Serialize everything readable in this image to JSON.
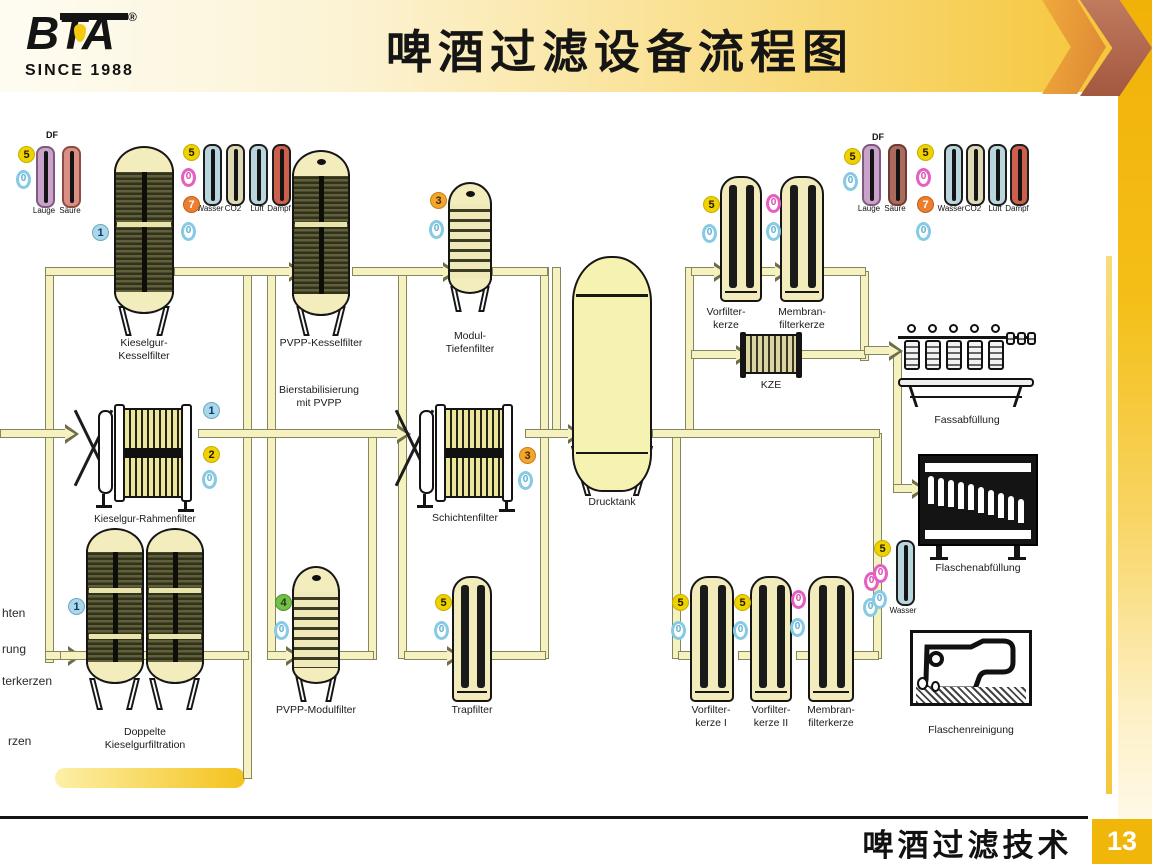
{
  "header": {
    "logo_text": "BTA",
    "logo_registered": "®",
    "logo_tagline": "SINCE 1988",
    "title": "啤酒过滤设备流程图"
  },
  "footer": {
    "label": "啤酒过滤技术",
    "page_number": "13"
  },
  "colors": {
    "accent_yellow": "#f2b705",
    "header_gold": "#f5c433",
    "chevron_brown": "#b06047",
    "pipe_cream": "#f6f2c0",
    "vessel_cream": "#f3edbe",
    "vessel_olive": "#4f4f2d",
    "badge_yellow": "#eed202",
    "badge_orange": "#ee7e2f",
    "badge_green": "#74bf4a",
    "badge_blue": "#a9d8e8",
    "badge_magenta": "#e45fc1",
    "badge_cyan": "#86cae3"
  },
  "diagram": {
    "df_marker": "DF",
    "badge_values": {
      "n0": "0",
      "n1": "1",
      "n2": "2",
      "n3": "3",
      "n4": "4",
      "n5": "5",
      "n7": "7"
    },
    "tube_labels": {
      "lauge": "Lauge",
      "saeure": "Säure",
      "wasser": "Wasser",
      "co2": "CO2",
      "luft": "Luft",
      "dampf": "Dampf"
    },
    "labels": {
      "kg_kessel_1": "Kieselgur-",
      "kg_kessel_2": "Kesselfilter",
      "pvpp_kessel": "PVPP-Kesselfilter",
      "stab_1": "Bierstabilisierung",
      "stab_2": "mit PVPP",
      "modul_1": "Modul-",
      "modul_2": "Tiefenfilter",
      "drucktank": "Drucktank",
      "vorfilter_1": "Vorfilter-",
      "vorfilter_kerze": "kerze",
      "vfk1_2": "kerze I",
      "vfk2_2": "kerze II",
      "membran_1": "Membran-",
      "membran_2": "filterkerze",
      "kze": "KZE",
      "fass": "Fassabfüllung",
      "rahmen": "Kieselgur-Rahmenfilter",
      "schichten": "Schichtenfilter",
      "flab": "Flaschenabfüllung",
      "doppelte_1": "Doppelte",
      "doppelte_2": "Kieselgurfiltration",
      "pvpp_modul": "PVPP-Modulfilter",
      "trap": "Trapfilter",
      "flre": "Flaschenreinigung"
    },
    "edge_fragments": {
      "f1": "hten",
      "f2": "rung",
      "f3": "terkerzen",
      "f4": "rzen"
    }
  }
}
